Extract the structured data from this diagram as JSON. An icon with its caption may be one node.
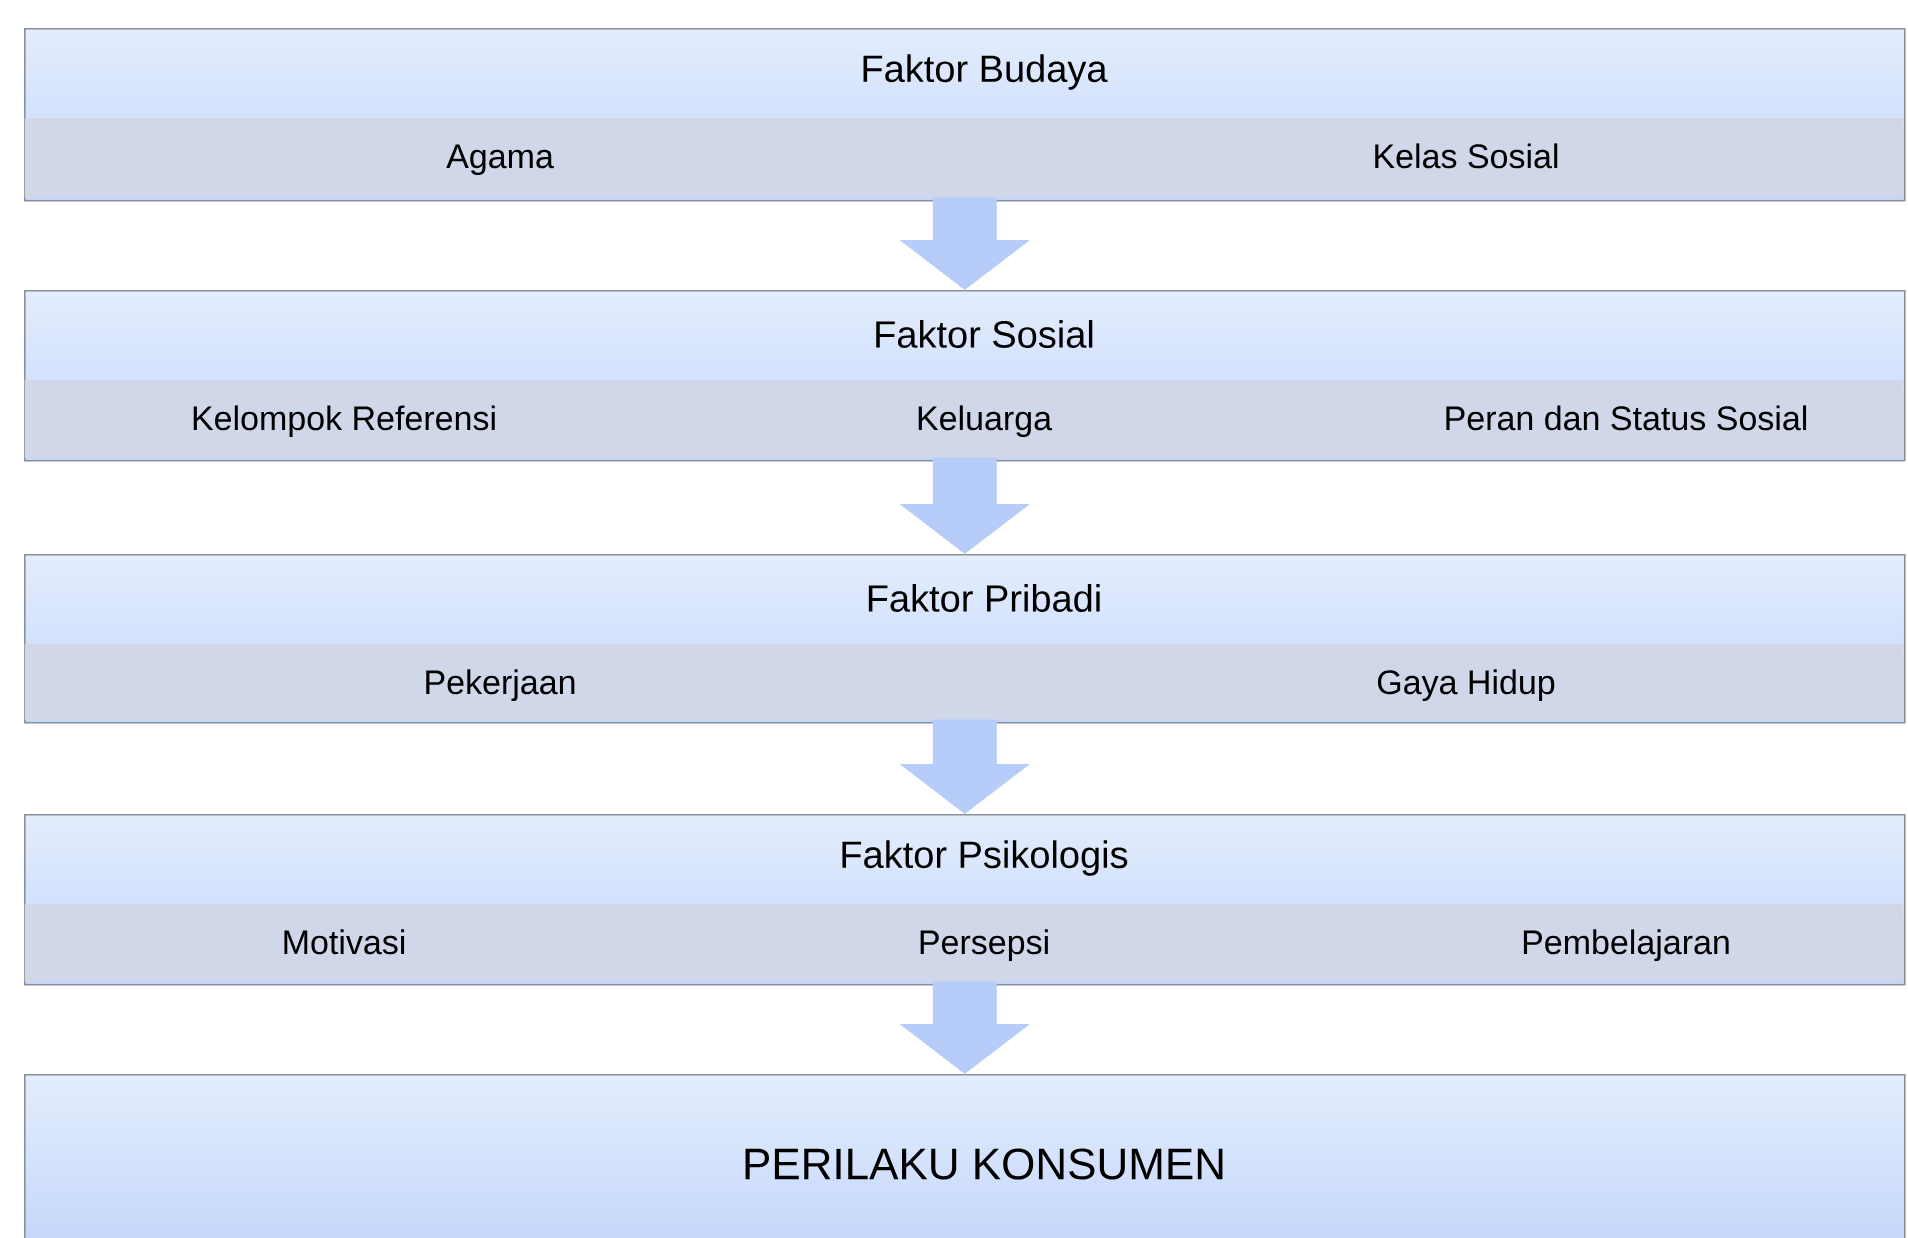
{
  "diagram": {
    "nodes": [
      {
        "text": [
          "Faktor Budaya"
        ]
      },
      {
        "text": [
          "Agama"
        ],
        "in": 0
      },
      {
        "text": [
          "Kelas Sosial"
        ],
        "in": 0
      },
      {
        "text": [
          "Faktor Sosial"
        ]
      },
      {
        "text": [
          "Kelompok Referensi"
        ],
        "in": 3
      },
      {
        "text": [
          "Keluarga"
        ],
        "in": 3
      },
      {
        "text": [
          "Peran dan Status Sosial"
        ],
        "in": 3
      },
      {
        "text": [
          "Faktor Pribadi"
        ]
      },
      {
        "text": [
          "Pekerjaan"
        ],
        "in": 7
      },
      {
        "text": [
          "Gaya Hidup"
        ],
        "in": 7
      },
      {
        "text": [
          "Faktor Psikologis"
        ]
      },
      {
        "text": [
          "Motivasi"
        ],
        "in": 10
      },
      {
        "text": [
          "Persepsi"
        ],
        "in": 10
      },
      {
        "text": [
          "Pembelajaran"
        ],
        "in": 10
      },
      {
        "text": [
          "PERILAKU KONSUMEN"
        ]
      }
    ],
    "edges": [
      {
        "from": 0,
        "to": 3,
        "arrow": "to"
      },
      {
        "from": 3,
        "to": 7,
        "arrow": "to"
      },
      {
        "from": 7,
        "to": 10,
        "arrow": "to"
      },
      {
        "from": 10,
        "to": 14,
        "arrow": "to"
      }
    ]
  }
}
